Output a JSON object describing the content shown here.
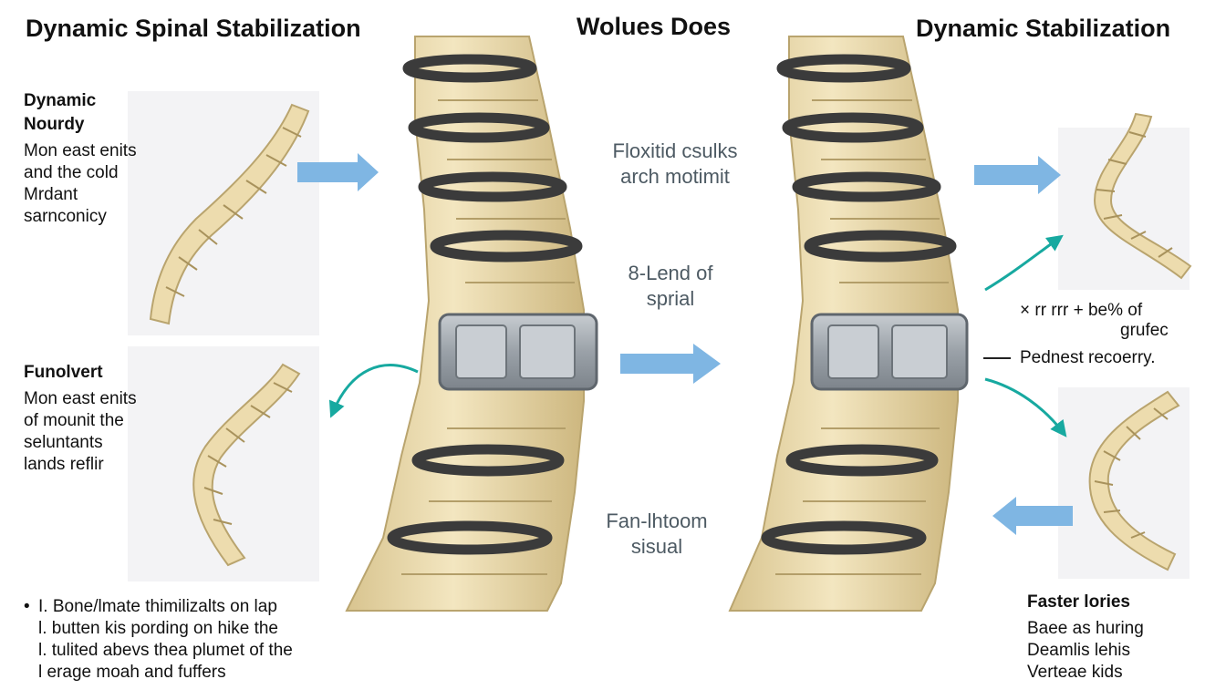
{
  "titles": {
    "left": "Dynamic Spinal Stabilization",
    "center": "Wolues Does",
    "right": "Dynamic Stabilization"
  },
  "left_top": {
    "heading_lines": [
      "Dynamic",
      "Nourdy"
    ],
    "body_lines": [
      "Mon east enits",
      "and the cold",
      "Mrdant",
      "sarnconicy"
    ]
  },
  "left_mid": {
    "heading": "Funolvert",
    "body_lines": [
      "Mon east enits",
      "of mounit the",
      "seluntants",
      "lands reflir"
    ]
  },
  "left_bottom": {
    "bullet": "•",
    "lines": [
      "I. Bone/lmate thimilizalts on lap",
      "l. butten kis pording on hike the",
      "l. tulited abevs thea plumet of the",
      "l erage moah and fuffers"
    ]
  },
  "center_notes": {
    "note1": [
      "Floxitid csulks",
      "arch motimit"
    ],
    "note2": [
      "8-Lend of",
      "sprial"
    ],
    "note3": [
      "Fan-lhtoom",
      "sisual"
    ]
  },
  "right_mid": {
    "mark_line": "× rr rrr + be% of",
    "mark_line2": "grufec",
    "dash_label": "Pednest recoerry."
  },
  "right_bottom": {
    "heading": "Faster lories",
    "body_lines": [
      "Baee as huring",
      "Deamlis lehis",
      "Verteae kids"
    ]
  },
  "colors": {
    "bone": "#eddcae",
    "bone_shadow": "#c9b47e",
    "band": "#3d3d3d",
    "implant": "#a7adb3",
    "arrow_blue": "#7fb6e3",
    "arrow_teal": "#17a9a0",
    "panel": "#f3f3f5"
  }
}
